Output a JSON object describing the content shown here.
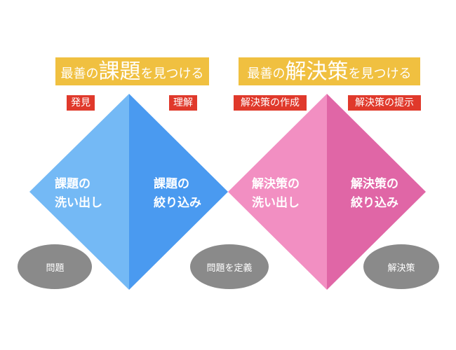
{
  "banners": {
    "left": {
      "prefix": "最善の",
      "emphasis": "課題",
      "suffix": "を見つける"
    },
    "right": {
      "prefix": "最善の",
      "emphasis": "解決策",
      "suffix": "を見つける"
    }
  },
  "tags": {
    "discovery": "発見",
    "understanding": "理解",
    "solution_creation": "解決策の作成",
    "solution_presentation": "解決策の提示"
  },
  "diamonds": {
    "issue_divergence": {
      "line1": "課題の",
      "line2": "洗い出し"
    },
    "issue_convergence": {
      "line1": "課題の",
      "line2": "絞り込み"
    },
    "solution_divergence": {
      "line1": "解決策の",
      "line2": "洗い出し"
    },
    "solution_convergence": {
      "line1": "解決策の",
      "line2": "絞り込み"
    }
  },
  "ellipses": {
    "problem": "問題",
    "define_problem": "問題を定義",
    "solution": "解決策"
  },
  "colors": {
    "banner": "#f0c040",
    "tag": "#e0392b",
    "blue_light": "#74b9f5",
    "blue_dark": "#4a9af0",
    "pink_light": "#f28fc2",
    "pink_dark": "#e066a6",
    "ellipse": "#8a8a8a"
  }
}
